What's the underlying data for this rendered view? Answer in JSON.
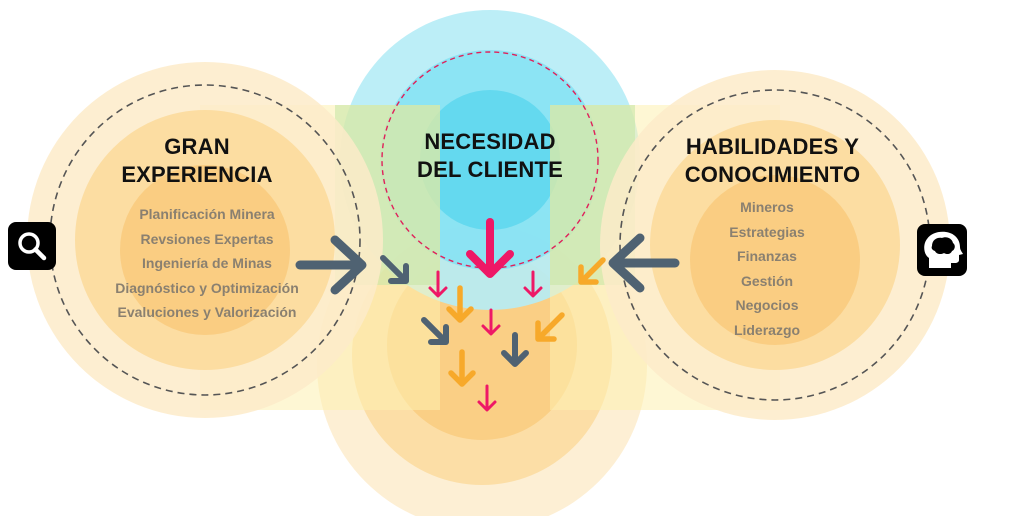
{
  "left": {
    "title_line1": "GRAN",
    "title_line2": "EXPERIENCIA",
    "items": [
      "Planificación Minera",
      "Revsiones Expertas",
      "Ingeniería de Minas",
      "Diagnóstico y Optimización",
      "Evaluciones y Valorización"
    ],
    "icon": "search-icon"
  },
  "center": {
    "title_line1": "NECESIDAD",
    "title_line2": "DEL CLIENTE"
  },
  "right": {
    "title_line1": "HABILIDADES Y",
    "title_line2": "CONOCIMIENTO",
    "items": [
      "Mineros",
      "Estrategias",
      "Finanzas",
      "Gestión",
      "Negocios",
      "Liderazgo"
    ],
    "icon": "brain-head-icon"
  },
  "colors": {
    "orange_light": "#fdebc9",
    "orange_mid": "#fbd99a",
    "orange_core": "#f9c97a",
    "cyan_outer": "#b5ecf6",
    "cyan_inner": "#5fd7ee",
    "yellow_band": "#fdf1b0",
    "green_band": "#c8e6a6",
    "arrow_slate": "#4f6272",
    "arrow_pink": "#ee1866",
    "arrow_orange": "#f7a92a",
    "dash_gray": "#555555",
    "dash_pink": "#e0205a"
  }
}
